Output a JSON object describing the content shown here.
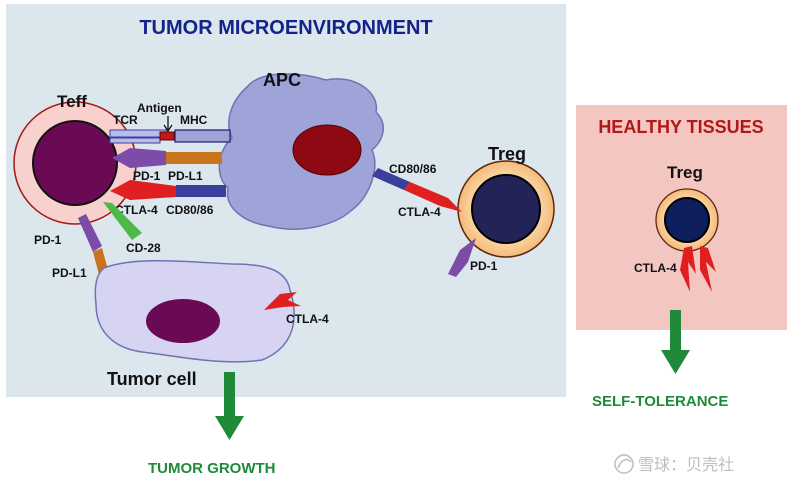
{
  "tumor_panel": {
    "title": "TUMOR MICROENVIRONMENT",
    "background": "#dbe7ec",
    "title_color": "#13238a"
  },
  "healthy_panel": {
    "title": "HEALTHY TISSUES",
    "background": "#f4c6c2",
    "title_color": "#b01818"
  },
  "cells": {
    "teff": "Teff",
    "apc": "APC",
    "treg_tumor": "Treg",
    "treg_healthy": "Treg",
    "tumor_cell": "Tumor cell"
  },
  "molecules": {
    "tcr": "TCR",
    "antigen": "Antigen",
    "mhc": "MHC",
    "pd1_teff_apc": "PD-1",
    "pdl1_apc": "PD-L1",
    "ctla4_teff": "CTLA-4",
    "cd80_86_apc_teff": "CD80/86",
    "cd28": "CD-28",
    "pd1_teff_tumor": "PD-1",
    "pdl1_tumor": "PD-L1",
    "cd80_86_apc_treg": "CD80/86",
    "ctla4_treg": "CTLA-4",
    "pd1_treg": "PD-1",
    "ctla4_tumor": "CTLA-4",
    "ctla4_healthy_treg": "CTLA-4"
  },
  "outcomes": {
    "tumor_growth": "TUMOR GROWTH",
    "self_tolerance": "SELF-TOLERANCE",
    "color": "#1f8a3a"
  },
  "watermark": "雪球：贝壳社",
  "colors": {
    "pd1": "#7d4ca8",
    "pdl1": "#c8741c",
    "ctla4": "#e02020",
    "cd80_86": "#3a3f9e",
    "cd28": "#4fb84a",
    "arrow_green": "#1f8a3a"
  }
}
